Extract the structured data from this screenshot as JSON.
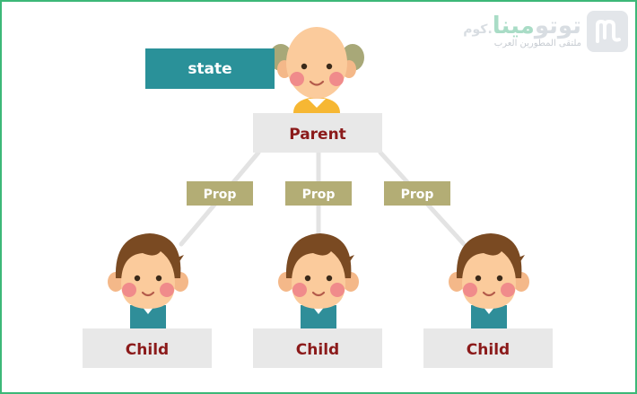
{
  "diagram": {
    "state_label": "state",
    "parent_label": "Parent",
    "prop_labels": [
      "Prop",
      "Prop",
      "Prop"
    ],
    "child_labels": [
      "Child",
      "Child",
      "Child"
    ]
  },
  "brand": {
    "name_main": "توتو",
    "name_accent": "مينا",
    "name_suffix": ".كوم",
    "tagline": "ملتقى المطورين العرب"
  },
  "colors": {
    "frame": "#3cb878",
    "state_box": "#2a9199",
    "node_box": "#e8e8e8",
    "prop_box": "#b3ad75",
    "text_dark_red": "#8b1a1a",
    "connector": "#e3e3e3",
    "hair_brown": "#7a4a22",
    "skin": "#fbcb9c",
    "cheeks": "#f08b8b",
    "shirt_teal": "#2f8e99",
    "shirt_yellow": "#f6b733"
  },
  "icons": {
    "parent": "grandpa-avatar-icon",
    "child": "boy-avatar-icon",
    "logo": "totomina-logo-icon"
  }
}
